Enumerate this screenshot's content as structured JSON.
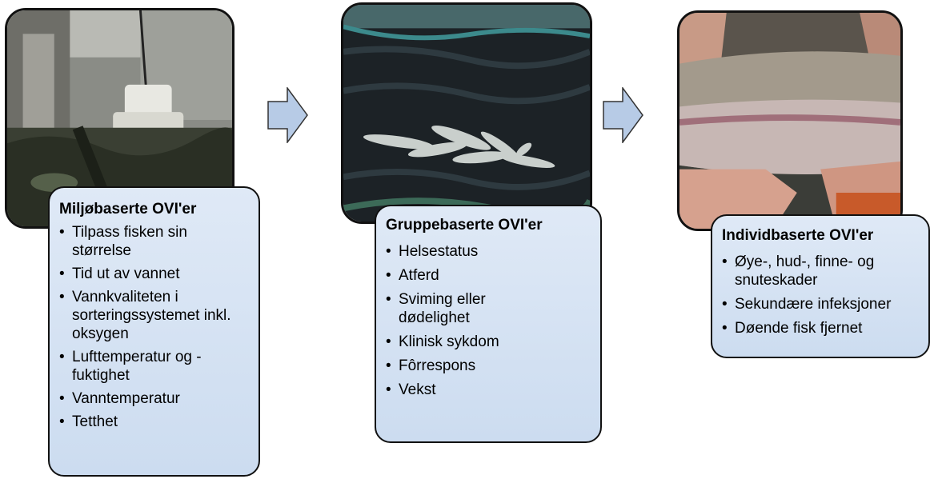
{
  "panels": [
    {
      "title": "Miljøbaserte OVI'er",
      "items": [
        "Tilpass fisken sin størrelse",
        "Tid ut av vannet",
        "Vannkvaliteten i sorteringssystemet inkl. oksygen",
        "Lufttemperatur og -fuktighet",
        "Vanntemperatur",
        "Tetthet"
      ]
    },
    {
      "title": "Gruppebaserte OVI'er",
      "items": [
        "Helsestatus",
        "Atferd",
        "Sviming eller dødelighet",
        "Klinisk sykdom",
        "Fôrrespons",
        "Vekst"
      ]
    },
    {
      "title": "Individbaserte OVI'er",
      "items": [
        "Øye-, hud-, finne- og snuteskader",
        "Sekundære infeksjoner",
        "Døende fisk fjernet"
      ]
    }
  ],
  "colors": {
    "card_fill": "#d3e0f2",
    "arrow_fill": "#b7cbe6",
    "border": "#111111"
  }
}
